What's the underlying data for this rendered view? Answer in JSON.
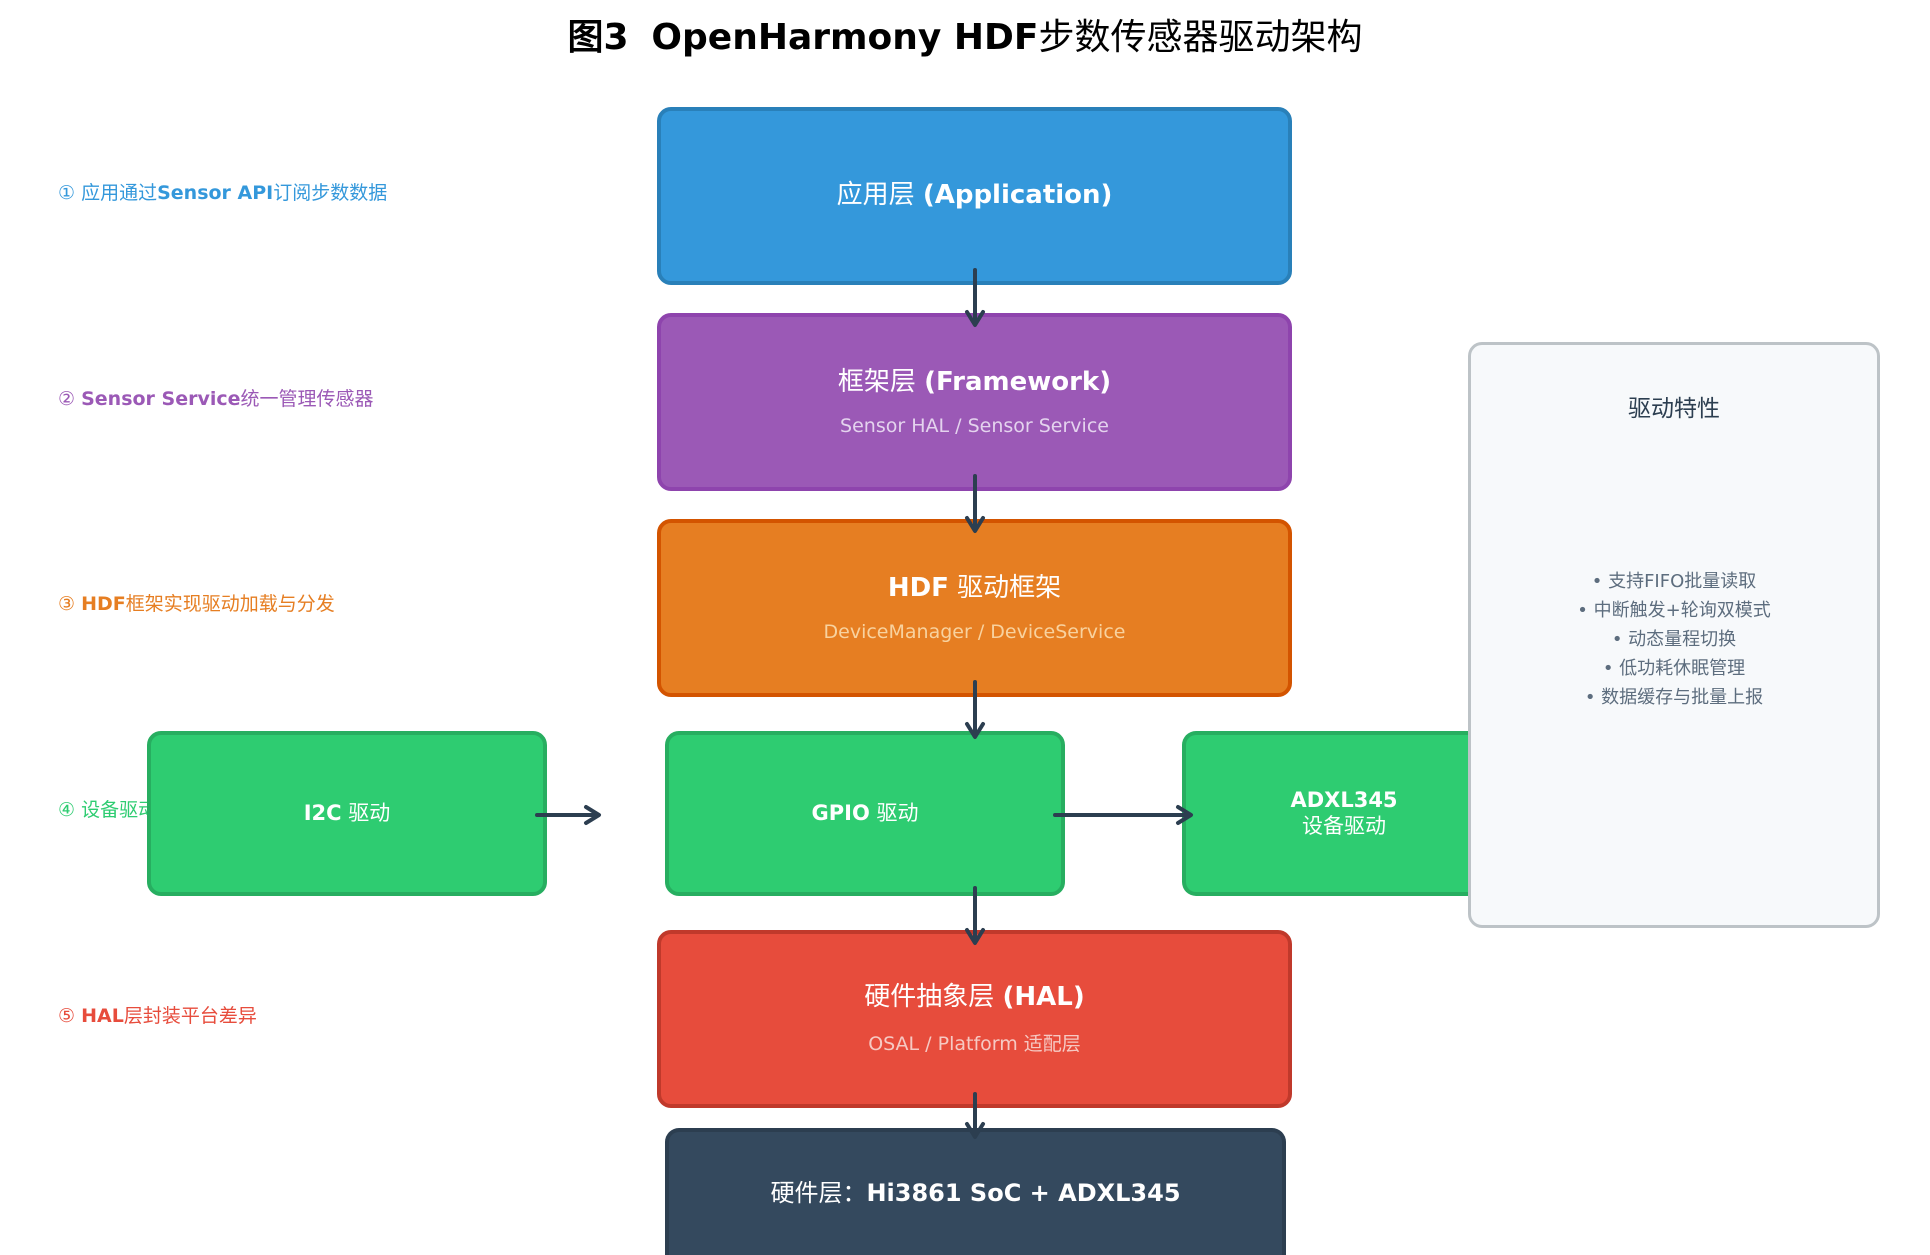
{
  "title": {
    "prefix": "图3",
    "bold": "OpenHarmony HDF",
    "rest": "步数传感器驱动架构"
  },
  "colors": {
    "app": "#3498db",
    "framework": "#9b59b6",
    "hdf": "#e67e22",
    "driver": "#2ecc71",
    "hal": "#e74c3c",
    "hardware": "#34495e",
    "arrow": "#2c3e50"
  },
  "annotations": [
    {
      "num": "①",
      "pre": " 应用通过",
      "bold": "Sensor API",
      "post": "订阅步数数据"
    },
    {
      "num": "②",
      "pre": " ",
      "bold": "Sensor Service",
      "post": "统一管理传感器"
    },
    {
      "num": "③",
      "pre": " ",
      "bold": "HDF",
      "post": "框架实现驱动加载与分发"
    },
    {
      "num": "④",
      "pre": " 设备驱动",
      "bold": "",
      "post": ""
    },
    {
      "num": "⑤",
      "pre": " ",
      "bold": "HAL",
      "post": "层封装平台差异"
    }
  ],
  "layers": {
    "app": {
      "cn": "应用层 ",
      "en": "(Application)"
    },
    "framework": {
      "cn": "框架层 ",
      "en": "(Framework)",
      "sub": "Sensor HAL / Sensor Service"
    },
    "hdf": {
      "en": "HDF",
      "cn": " 驱动框架",
      "sub": "DeviceManager / DeviceService"
    },
    "hal": {
      "cn": "硬件抽象层 ",
      "en": "(HAL)",
      "sub": "OSAL / Platform 适配层"
    },
    "hardware": {
      "cn": "硬件层：",
      "en": "Hi3861 SoC + ADXL345"
    }
  },
  "drivers": {
    "i2c": {
      "en": "I2C",
      "cn": " 驱动"
    },
    "gpio": {
      "en": "GPIO",
      "cn": " 驱动"
    },
    "adxl": {
      "en": "ADXL345",
      "cn": "设备驱动"
    }
  },
  "features": {
    "title": "驱动特性",
    "items": [
      "• 支持FIFO批量读取",
      "• 中断触发+轮询双模式",
      "• 动态量程切换",
      "• 低功耗休眠管理",
      "• 数据缓存与批量上报"
    ]
  }
}
